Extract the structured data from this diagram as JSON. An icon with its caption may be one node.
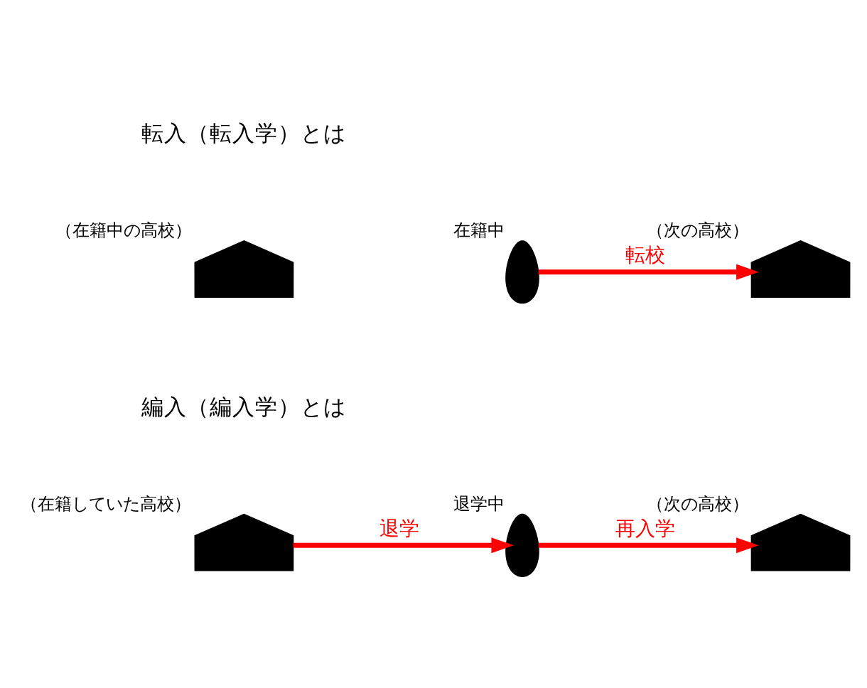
{
  "diagram": {
    "nodes": [
      {
        "text": [],
        "shape": "building",
        "beside": [
          "（在籍中の高校）"
        ]
      },
      {
        "text": [],
        "shape": "person",
        "beside": [
          "在籍中"
        ]
      },
      {
        "text": [],
        "shape": "building",
        "beside": [
          "（次の高校）"
        ]
      },
      {
        "text": [],
        "shape": "building",
        "beside": [
          "（在籍していた高校）"
        ]
      },
      {
        "text": [],
        "shape": "person",
        "beside": [
          "退学中"
        ]
      },
      {
        "text": [],
        "shape": "building",
        "beside": [
          "（次の高校）"
        ]
      }
    ],
    "edges": [
      {
        "from": 1,
        "to": 2,
        "arrow": "to",
        "label": "転校"
      },
      {
        "from": 3,
        "to": 4,
        "arrow": "to",
        "label": "退学"
      },
      {
        "from": 4,
        "to": 5,
        "arrow": "to",
        "label": "再入学"
      }
    ],
    "labels": [
      "転入（転入学）とは",
      "編入（編入学）とは"
    ]
  }
}
